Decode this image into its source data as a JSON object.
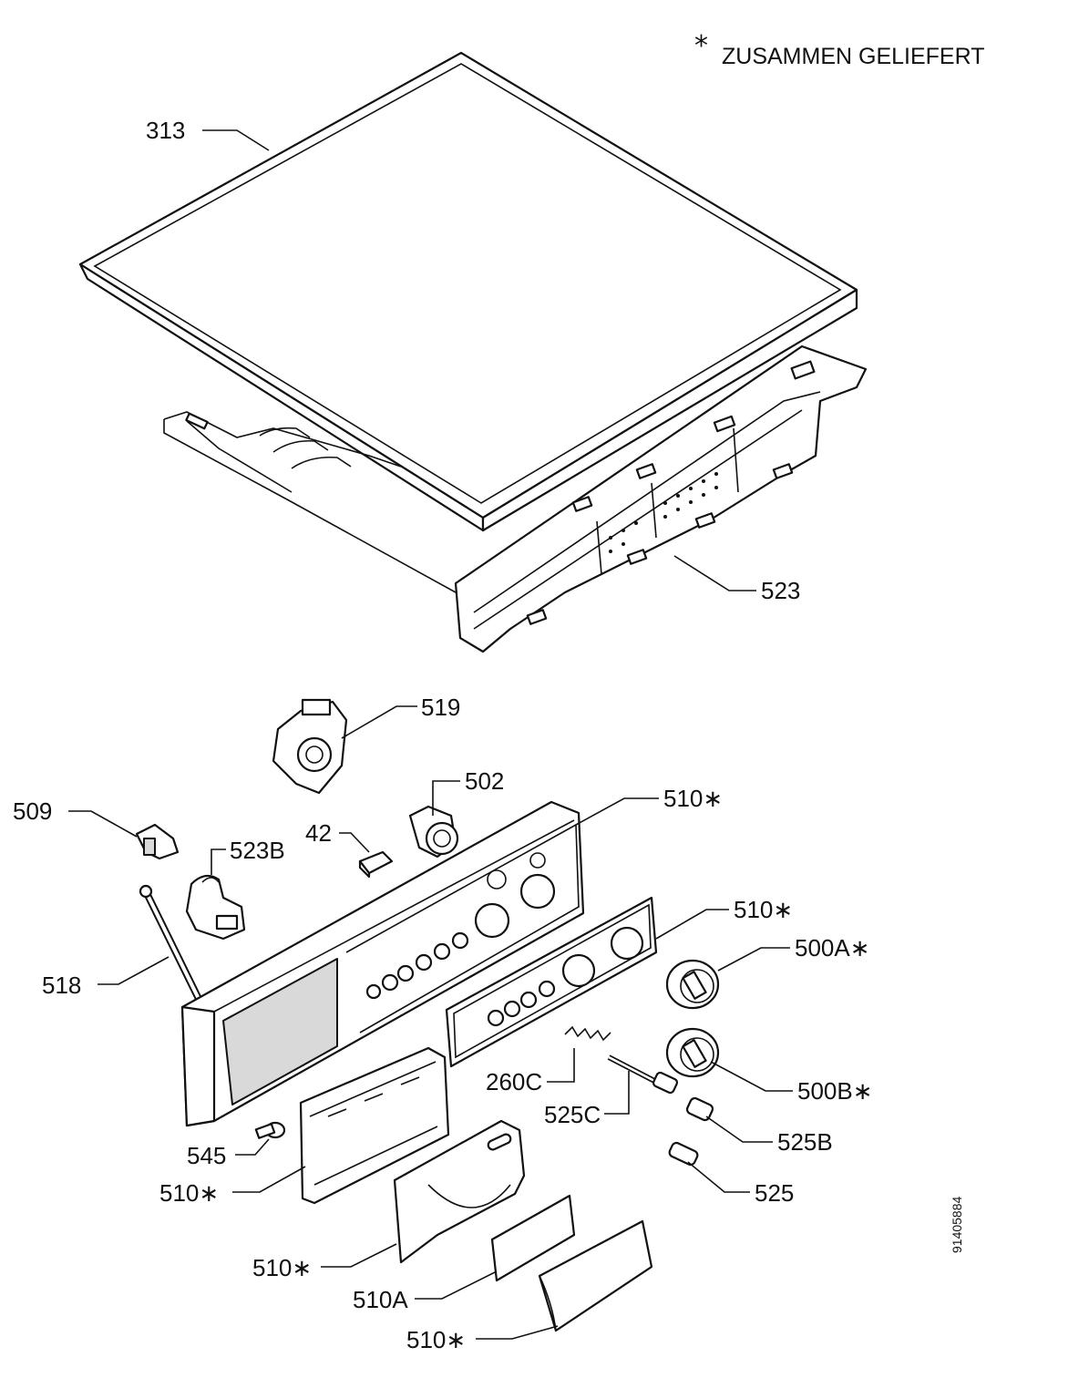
{
  "legend": {
    "symbol": "*",
    "text": "ZUSAMMEN GELIEFERT"
  },
  "drawing_code": "91405884",
  "callouts": {
    "c313": "313",
    "c523": "523",
    "c519": "519",
    "c502": "502",
    "c509": "509",
    "c42": "42",
    "c523b": "523B",
    "c510_panel": "510∗",
    "c510_fascia": "510∗",
    "c500a": "500A∗",
    "c518": "518",
    "c260c": "260C",
    "c500b": "500B∗",
    "c525c": "525C",
    "c545": "545",
    "c525b": "525B",
    "c510_drawer_front": "510∗",
    "c525": "525",
    "c510_drawer_cover": "510∗",
    "c510a": "510A",
    "c510_handle": "510∗"
  }
}
